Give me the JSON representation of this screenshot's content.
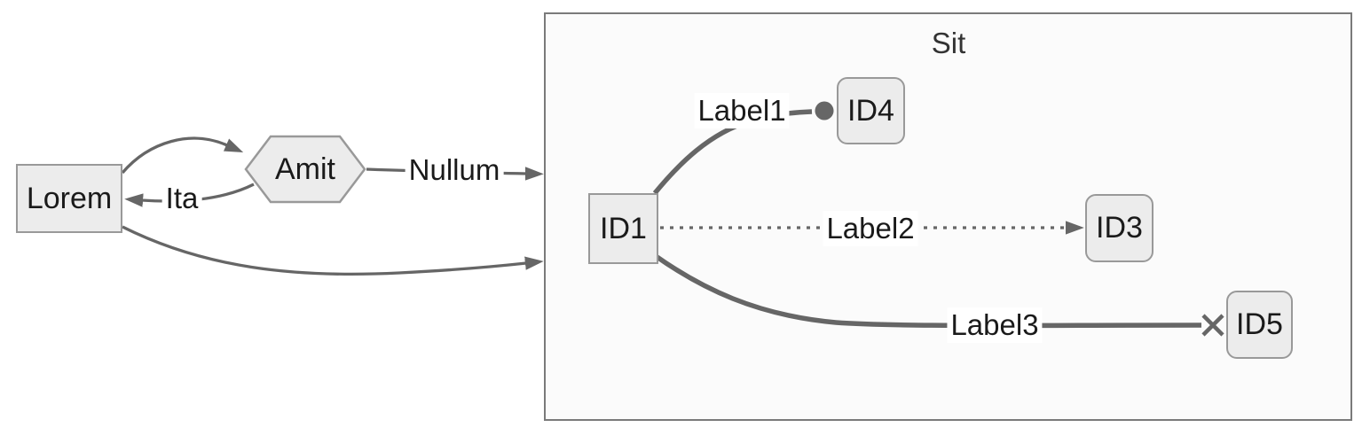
{
  "diagram": {
    "type": "flowchart",
    "direction": "left-to-right",
    "subgraph": {
      "title": "Sit"
    },
    "nodes": {
      "lorem": {
        "label": "Lorem",
        "shape": "rectangle"
      },
      "amit": {
        "label": "Amit",
        "shape": "hexagon"
      },
      "id1": {
        "label": "ID1",
        "shape": "rectangle"
      },
      "id4": {
        "label": "ID4",
        "shape": "rounded-rectangle"
      },
      "id3": {
        "label": "ID3",
        "shape": "rounded-rectangle"
      },
      "id5": {
        "label": "ID5",
        "shape": "rounded-rectangle"
      }
    },
    "edges": [
      {
        "from": "Lorem",
        "to": "Amit",
        "label": "",
        "style": "solid",
        "ending": "arrowhead"
      },
      {
        "from": "Amit",
        "to": "Lorem",
        "label": "Ita",
        "style": "solid",
        "ending": "arrowhead"
      },
      {
        "from": "Amit",
        "to": "Sit",
        "label": "Nullum",
        "style": "solid",
        "ending": "arrowhead"
      },
      {
        "from": "Lorem",
        "to": "Sit",
        "label": "",
        "style": "solid",
        "ending": "arrowhead"
      },
      {
        "from": "ID1",
        "to": "ID4",
        "label": "Label1",
        "style": "thick",
        "ending": "circle"
      },
      {
        "from": "ID1",
        "to": "ID3",
        "label": "Label2",
        "style": "dotted",
        "ending": "arrowhead"
      },
      {
        "from": "ID1",
        "to": "ID5",
        "label": "Label3",
        "style": "thick",
        "ending": "cross"
      }
    ],
    "colors": {
      "node_fill": "#ececec",
      "node_border": "#999999",
      "edge_stroke": "#666666",
      "text": "#1a1a1a",
      "cluster_fill": "#fbfbfb",
      "cluster_border": "#7a7a7a",
      "background": "#ffffff"
    }
  }
}
